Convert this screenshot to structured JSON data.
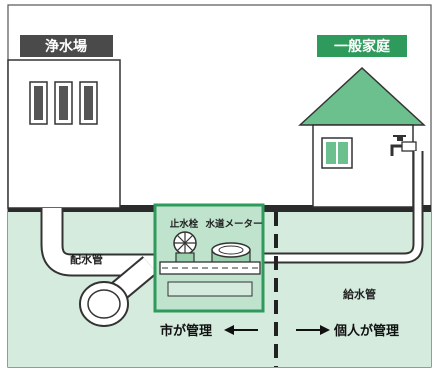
{
  "labels": {
    "plant": "浄水場",
    "home": "一般家庭",
    "stop_valve": "止水栓",
    "water_meter": "水道メーター",
    "distribution_pipe": "配水管",
    "service_pipe": "給水管",
    "city_managed": "市が管理",
    "private_managed": "個人が管理"
  },
  "colors": {
    "label_dark_bg": "#4a4a4a",
    "label_green_bg": "#2e9a5c",
    "ground": "#d4ebde",
    "ground_line": "#2b2b2b",
    "meter_box": "#bfe3cc",
    "meter_box_border": "#2e9a5c",
    "roof": "#6cc08e",
    "pipe_fill": "#ffffff",
    "pipe_stroke": "#333333"
  },
  "icons": {
    "faucet": "faucet-icon",
    "arrow_left": "arrow-left-icon",
    "arrow_right": "arrow-right-icon"
  }
}
